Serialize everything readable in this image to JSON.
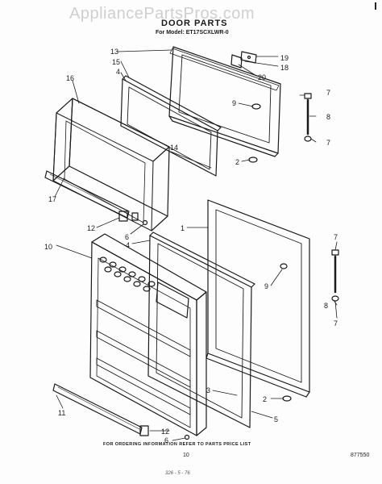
{
  "header": {
    "watermark": "AppliancePartsPros.com",
    "title": "DOOR PARTS",
    "model_line": "For Model: ET17SCXLWR-0"
  },
  "callouts": {
    "c13": "13",
    "c15": "15",
    "c4a": "4",
    "c16": "16",
    "c19": "19",
    "c18": "18",
    "c20": "20",
    "c7a": "7",
    "c9a": "9",
    "c8a": "8",
    "c7b": "7",
    "c14": "14",
    "c2a": "2",
    "c17": "17",
    "c1": "1",
    "c12a": "12",
    "c6a": "6",
    "c4b": "4",
    "c10": "10",
    "c7c": "7",
    "c9b": "9",
    "c8b": "8",
    "c7d": "7",
    "c3": "3",
    "c2b": "2",
    "c5": "5",
    "c11": "11",
    "c12b": "12",
    "c6b": "6"
  },
  "footer": {
    "note": "FOR ORDERING INFORMATION REFER TO PARTS PRICE LIST",
    "page_number": "10",
    "figure_number": "877550",
    "stamp": "326 - 5 - 76"
  }
}
